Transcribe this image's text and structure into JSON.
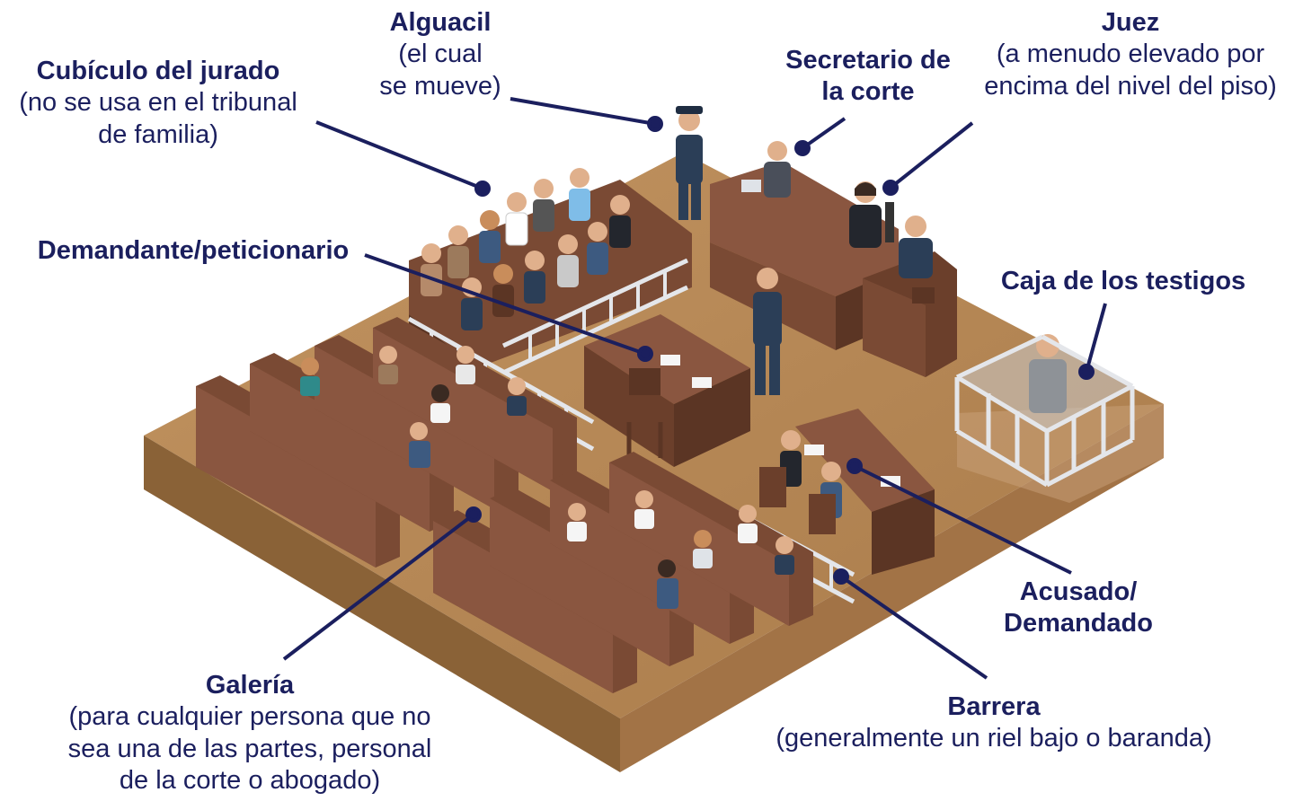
{
  "colors": {
    "navy": "#1b1f5e",
    "floor_top": "#b88a57",
    "floor_side": "#8a6237",
    "wood": "#7a4a34",
    "wood_dark": "#5b3524",
    "rail": "#e4e6ea",
    "suit": "#2b3e57"
  },
  "labels": {
    "alguacil": {
      "title": "Alguacil",
      "desc": "(el cual\nse mueve)"
    },
    "jurado": {
      "title": "Cubículo del jurado",
      "desc": "(no se usa en el tribunal\nde familia)"
    },
    "secretario": {
      "title": "Secretario de\nla corte"
    },
    "juez": {
      "title": "Juez",
      "desc": "(a menudo elevado por\nencima del nivel del piso)"
    },
    "demandante": {
      "title": "Demandante/peticionario"
    },
    "testigos": {
      "title": "Caja de los testigos"
    },
    "acusado": {
      "title": "Acusado/\nDemandado"
    },
    "barrera": {
      "title": "Barrera",
      "desc": "(generalmente un riel bajo o baranda)"
    },
    "galeria": {
      "title": "Galería",
      "desc": "(para cualquier persona que no\nsea una de las partes, personal\nde la corte o abogado)"
    }
  }
}
